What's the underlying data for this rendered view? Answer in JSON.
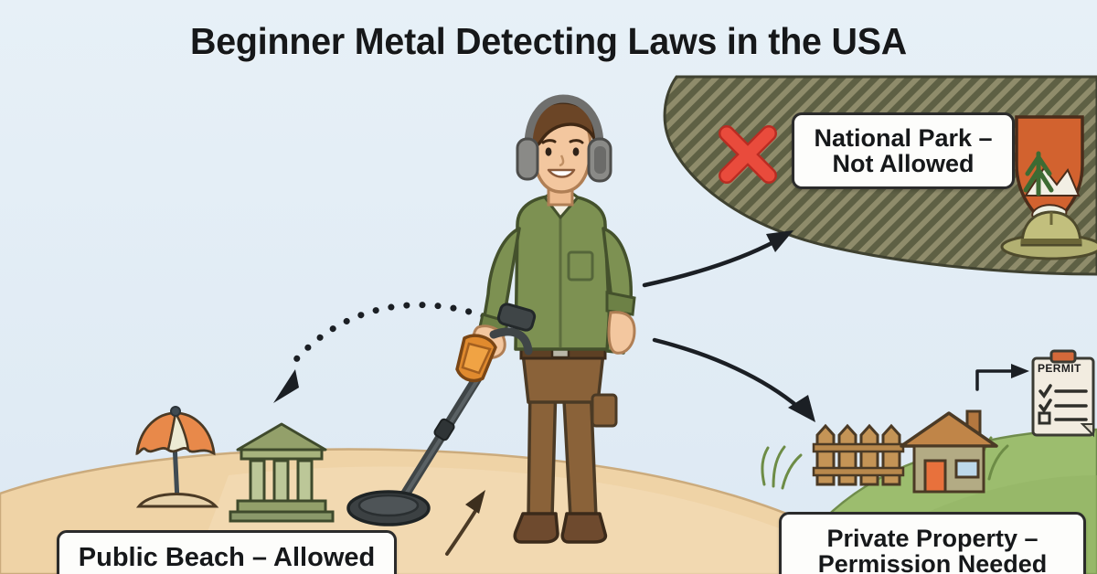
{
  "page": {
    "title": "Beginner Metal Detecting Laws in the USA",
    "background_sky": "#e4eef6",
    "background_sand": "#efd3a6",
    "background_grass": "#9fbf72",
    "park_zone_fill": "#6b6b4a"
  },
  "title": {
    "text": "Beginner Metal Detecting Laws in the USA",
    "color": "#16181a"
  },
  "callouts": [
    {
      "id": "national-park",
      "line1": "National Park –",
      "line2": "Not Allowed",
      "status": "not-allowed",
      "marker": "red-x",
      "marker_color": "#e03b2f"
    },
    {
      "id": "public-beach",
      "line1": "Public Beach – Allowed",
      "line2": "",
      "status": "allowed",
      "marker": "dotted-arrow",
      "marker_color": "#1b1b1b"
    },
    {
      "id": "private-property",
      "line1": "Private Property –",
      "line2": "Permission Needed",
      "status": "permission-needed",
      "marker": "curved-arrow",
      "marker_color": "#1b1b1b"
    }
  ],
  "permit": {
    "label": "PERMIT",
    "checked_items": 2,
    "unchecked_items": 1,
    "clip_color": "#d4693a",
    "paper_color": "#f2ece0"
  },
  "scene_elements": {
    "detectorist": {
      "name": "metal-detectorist",
      "hair_color": "#6b4526",
      "skin_color": "#f3c79f",
      "shirt_color": "#7d9152",
      "pants_color": "#8a6239",
      "boots_color": "#6e4a2e",
      "headphones_color": "#7a7a78"
    },
    "metal_detector": {
      "name": "metal-detector",
      "control_box_color": "#e08a2e",
      "shaft_color": "#4a4f50",
      "coil_color": "#3c4143"
    },
    "beach": {
      "umbrella_colors": [
        "#e8894a",
        "#ecebd4"
      ],
      "building": "public-building",
      "building_color": "#93a06a"
    },
    "private_property": {
      "fence_color": "#b98a52",
      "house_wall_color": "#b3ab84",
      "house_roof_color": "#b3773f",
      "house_door_color": "#e8713c",
      "house_window_color": "#bdd8ea"
    },
    "national_park": {
      "badge": "nps-arrowhead",
      "badge_color": "#d2622f",
      "ranger_hat_color": "#9a9a66",
      "hatch_color": "#8b886a"
    }
  }
}
